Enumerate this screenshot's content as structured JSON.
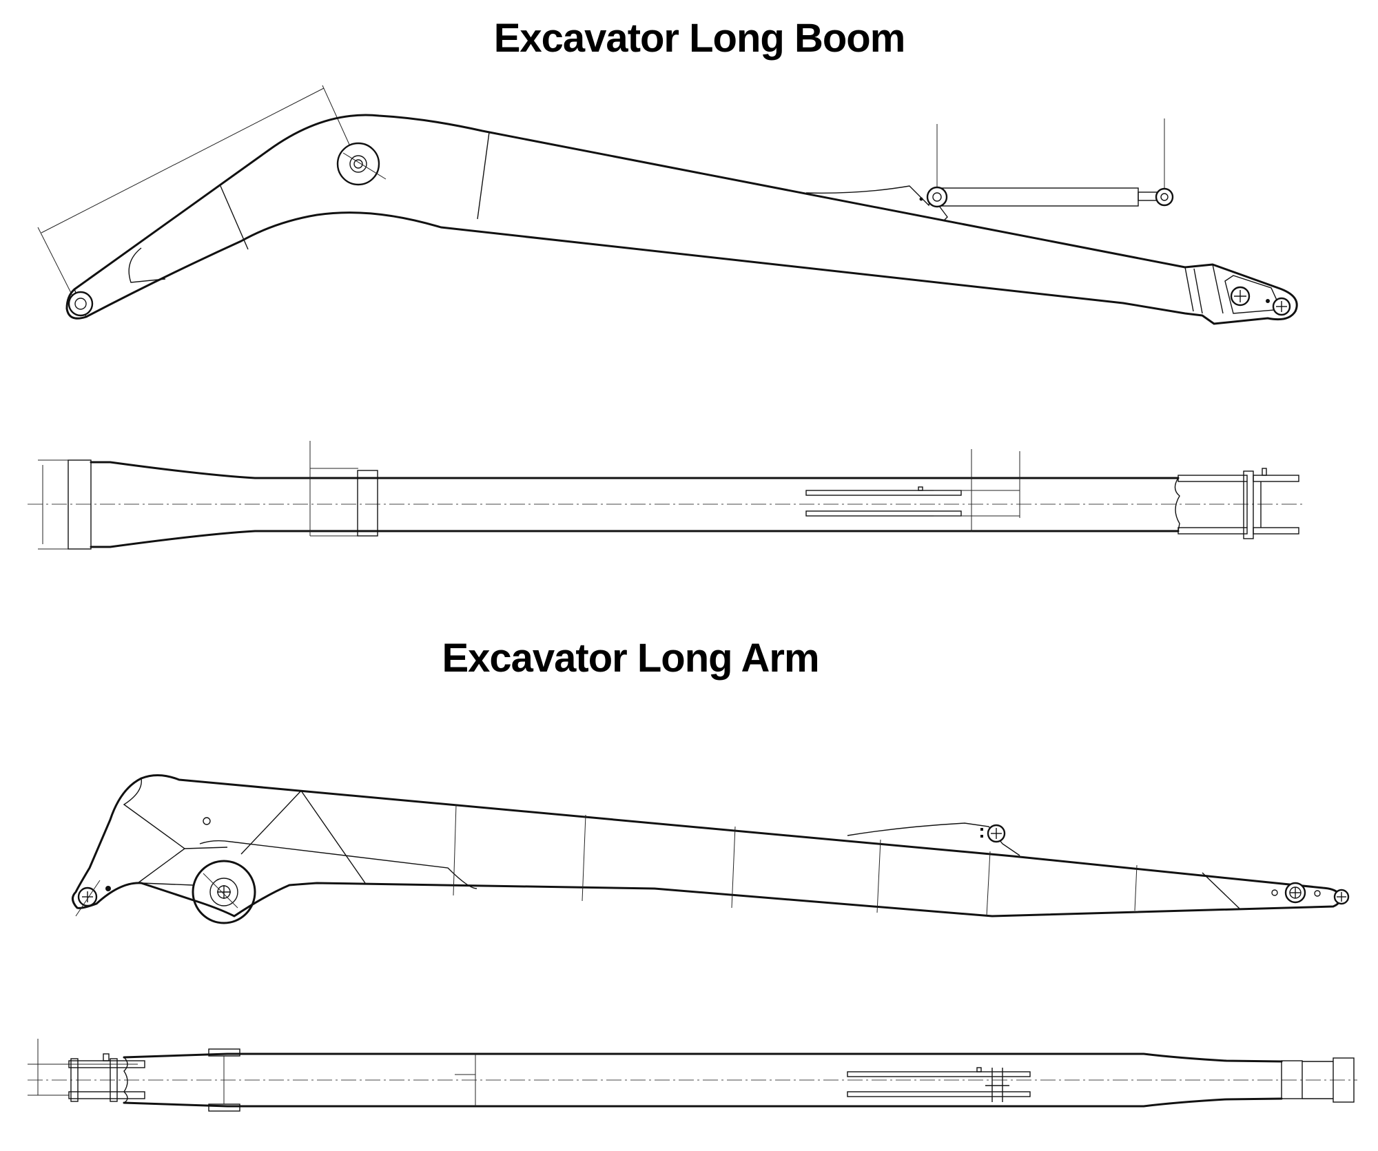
{
  "titles": {
    "boom": "Excavator Long Boom",
    "arm": "Excavator Long Arm"
  },
  "views": [
    {
      "part": "boom",
      "view": "side"
    },
    {
      "part": "boom",
      "view": "top"
    },
    {
      "part": "arm",
      "view": "side"
    },
    {
      "part": "arm",
      "view": "top"
    }
  ],
  "colors": {
    "line": "#111111",
    "background": "#ffffff"
  }
}
